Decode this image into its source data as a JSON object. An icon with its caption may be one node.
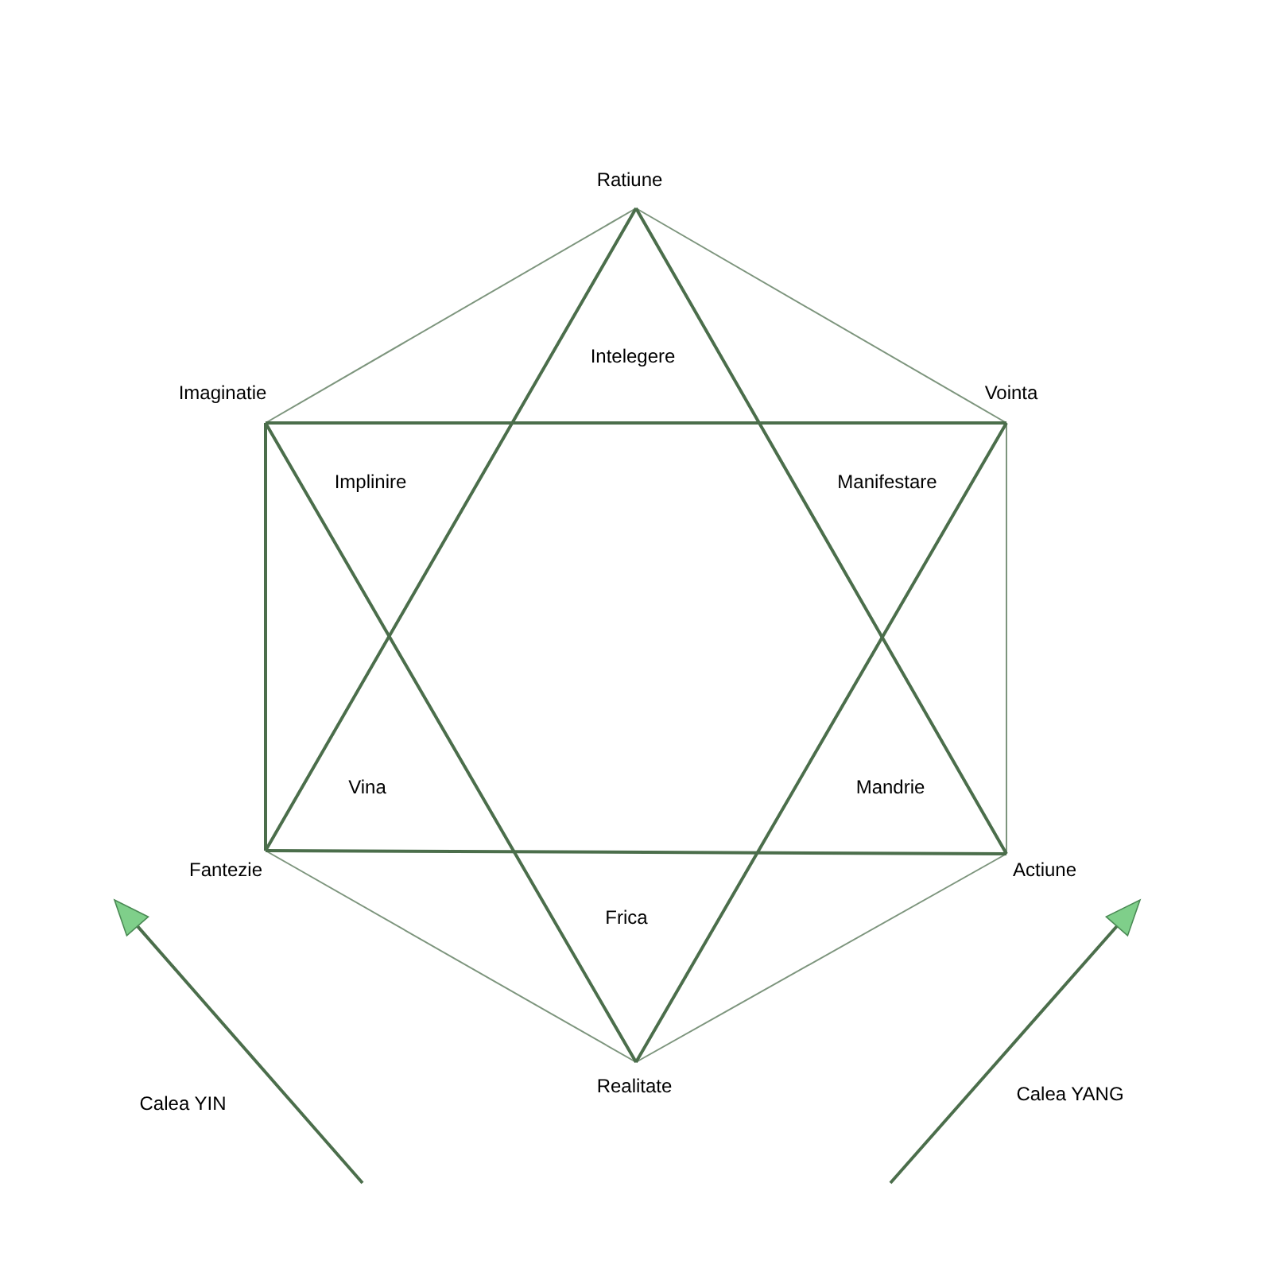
{
  "diagram": {
    "nodes": [
      {
        "text": [
          "Ratiune"
        ]
      },
      {
        "text": [
          "Vointa"
        ]
      },
      {
        "text": [
          "Actiune"
        ]
      },
      {
        "text": [
          "Realitate"
        ]
      },
      {
        "text": [
          "Fantezie"
        ]
      },
      {
        "text": [
          "Imaginatie"
        ]
      }
    ],
    "edges": [
      {
        "from": 0,
        "to": 1,
        "arrow": "none",
        "color": "#7d957d"
      },
      {
        "from": 1,
        "to": 2,
        "arrow": "none",
        "color": "#7d957d"
      },
      {
        "from": 2,
        "to": 3,
        "arrow": "none",
        "color": "#7d957d"
      },
      {
        "from": 3,
        "to": 4,
        "arrow": "none",
        "color": "#7d957d"
      },
      {
        "from": 4,
        "to": 5,
        "arrow": "none"
      },
      {
        "from": 5,
        "to": 0,
        "arrow": "none",
        "color": "#7d957d"
      },
      {
        "from": 0,
        "to": 4,
        "arrow": "none"
      },
      {
        "from": 4,
        "to": 2,
        "arrow": "none"
      },
      {
        "from": 2,
        "to": 0,
        "arrow": "none"
      },
      {
        "from": 5,
        "to": 1,
        "arrow": "none"
      },
      {
        "from": 1,
        "to": 3,
        "arrow": "none"
      },
      {
        "from": 3,
        "to": 5,
        "arrow": "none"
      }
    ],
    "labels": [
      "Intelegere",
      "Implinire",
      "Manifestare",
      "Vina",
      "Mandrie",
      "Frica",
      "Calea YIN",
      "Calea YANG"
    ]
  }
}
